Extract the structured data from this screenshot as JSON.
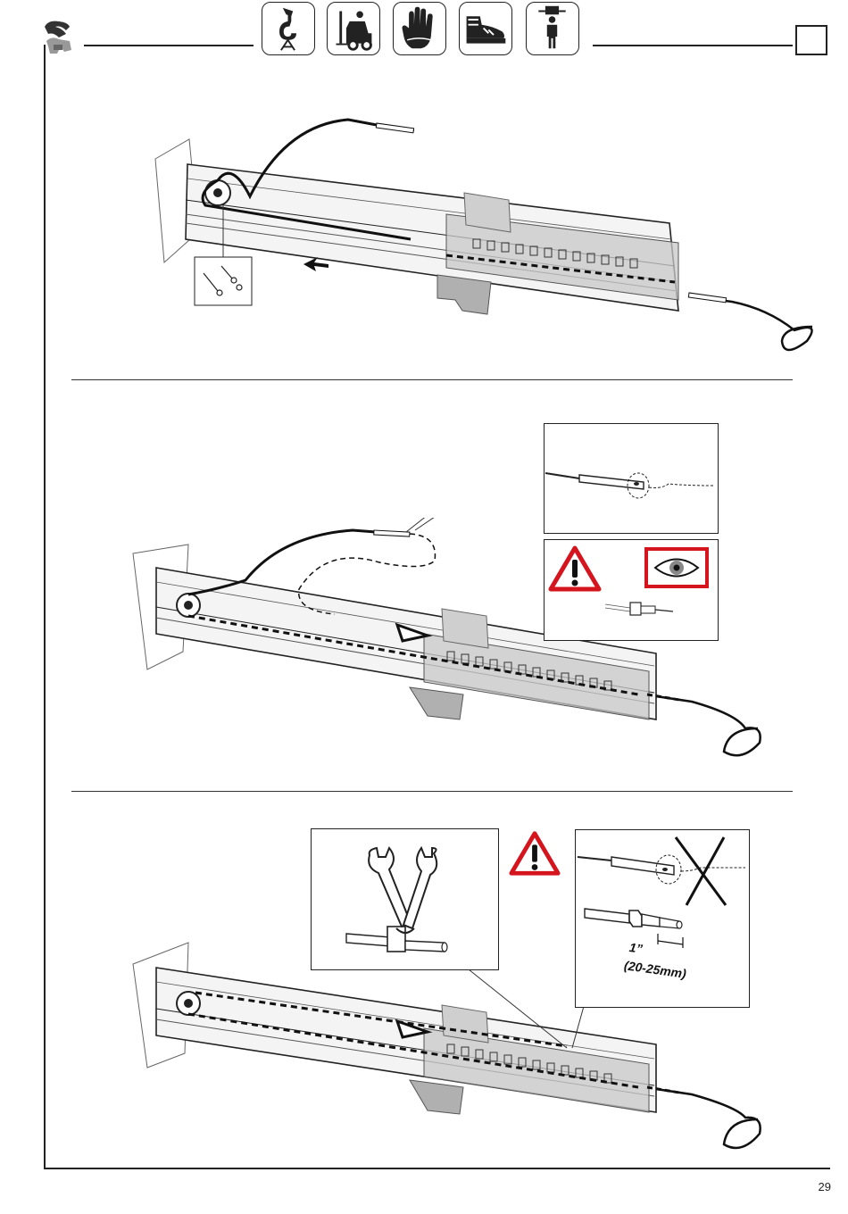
{
  "header": {
    "icons": [
      {
        "name": "lifting-hook-icon"
      },
      {
        "name": "forklift-icon"
      },
      {
        "name": "protective-gloves-icon"
      },
      {
        "name": "safety-shoes-icon"
      },
      {
        "name": "two-person-lift-icon"
      }
    ]
  },
  "step2": {
    "warning_icon": "warning-triangle-icon",
    "inspect_icon": "eye-icon",
    "colors": {
      "alert": "#d4151e"
    }
  },
  "step3": {
    "measure_primary": "1”",
    "measure_secondary": "(20-25mm)",
    "warning_icon": "warning-triangle-icon",
    "wrong_icon": "cross-out-icon"
  },
  "footer": {
    "page_number": "29"
  }
}
